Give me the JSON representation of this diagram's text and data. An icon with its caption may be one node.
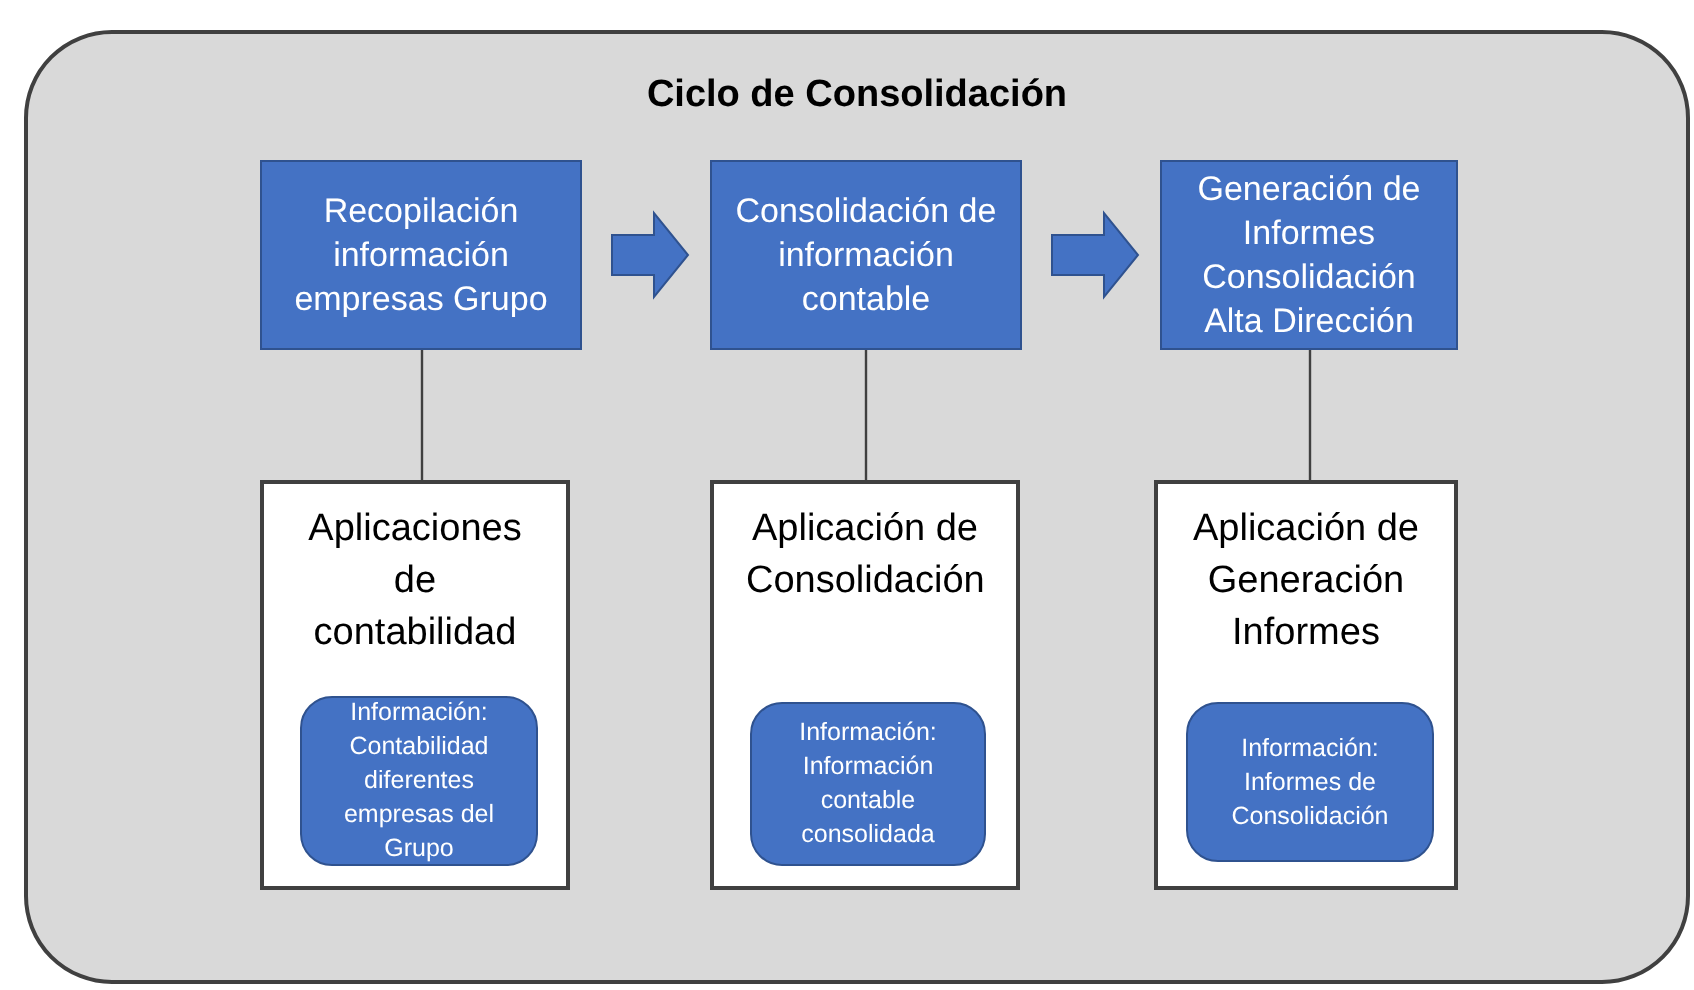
{
  "diagram": {
    "nodes": [
      {
        "text": [
          "Ciclo de Consolidación"
        ]
      },
      {
        "text": [
          "Recopilación información empresas Grupo"
        ],
        "in": 0
      },
      {
        "text": [
          "Consolidación de información contable"
        ],
        "in": 0
      },
      {
        "text": [
          "Generación de Informes Consolidación Alta Dirección"
        ],
        "in": 0
      },
      {
        "text": [
          "Aplicaciones de contabilidad"
        ],
        "in": 0
      },
      {
        "text": [
          "Información: Contabilidad diferentes empresas del Grupo"
        ],
        "in": 4
      },
      {
        "text": [
          "Aplicación de Consolidación"
        ],
        "in": 0
      },
      {
        "text": [
          "Información: Información contable consolidada"
        ],
        "in": 6
      },
      {
        "text": [
          "Aplicación de Generación Informes"
        ],
        "in": 0
      },
      {
        "text": [
          "Información: Informes de Consolidación"
        ],
        "in": 8
      }
    ],
    "edges": [
      {
        "from": 1,
        "to": 2,
        "arrow": "to",
        "style": "thick",
        "color": "#4472c4"
      },
      {
        "from": 2,
        "to": 3,
        "arrow": "to",
        "style": "thick",
        "color": "#4472c4"
      },
      {
        "from": 1,
        "to": 4,
        "arrow": "none"
      },
      {
        "from": 2,
        "to": 6,
        "arrow": "none"
      },
      {
        "from": 3,
        "to": 8,
        "arrow": "none"
      }
    ]
  }
}
